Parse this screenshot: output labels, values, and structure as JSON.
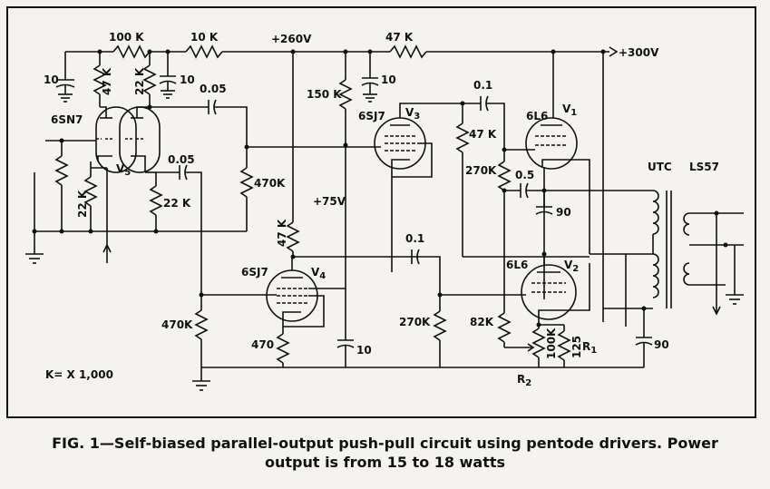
{
  "caption": {
    "line1": "FIG. 1—Self-biased parallel-output push-pull circuit using pentode drivers. Power",
    "line2": "output is from 15 to 18 watts"
  },
  "labels": {
    "r_100k_top": "100 K",
    "r_10k_top": "10 K",
    "b_260": "+260V",
    "r_47k_top": "47 K",
    "b_300": "+300V",
    "c10_a": "10",
    "r47k_a": "47 K",
    "r22k_a": "22 K",
    "c10_b": "10",
    "c005_a": "0.05",
    "t_6sn7": "6SN7",
    "t_v5": "V",
    "t_v5_sub": "5",
    "r22k_b": "22 K",
    "c005_b": "0.05",
    "r22k_c": "22 K",
    "r470k_a": "470K",
    "r150k": "150 K",
    "c10_c": "10",
    "t_6sj7_v3": "6SJ7",
    "t_v3": "V",
    "t_v3_sub": "3",
    "c01_a": "0.1",
    "r47k_b": "47 K",
    "r270k_a": "270K",
    "c05": "0.5",
    "c90_a": "90",
    "t_6l6_v1": "6L6",
    "t_v1": "V",
    "t_v1_sub": "1",
    "t_utc": "UTC",
    "t_ls57": "LS57",
    "b_75": "+75V",
    "r47k_c": "47 K",
    "c01_b": "0.1",
    "t_6sj7_v4": "6SJ7",
    "t_v4": "V",
    "t_v4_sub": "4",
    "r470k_b": "470K",
    "r470": "470",
    "c10_d": "10",
    "r270k_b": "270K",
    "t_6l6_v2": "6L6",
    "t_v2": "V",
    "t_v2_sub": "2",
    "r82k": "82K",
    "r100k": "100K",
    "r125": "125",
    "t_r1": "R",
    "t_r1_sub": "1",
    "t_r2": "R",
    "t_r2_sub": "2",
    "c90_b": "90",
    "k_note": "K= X 1,000"
  }
}
